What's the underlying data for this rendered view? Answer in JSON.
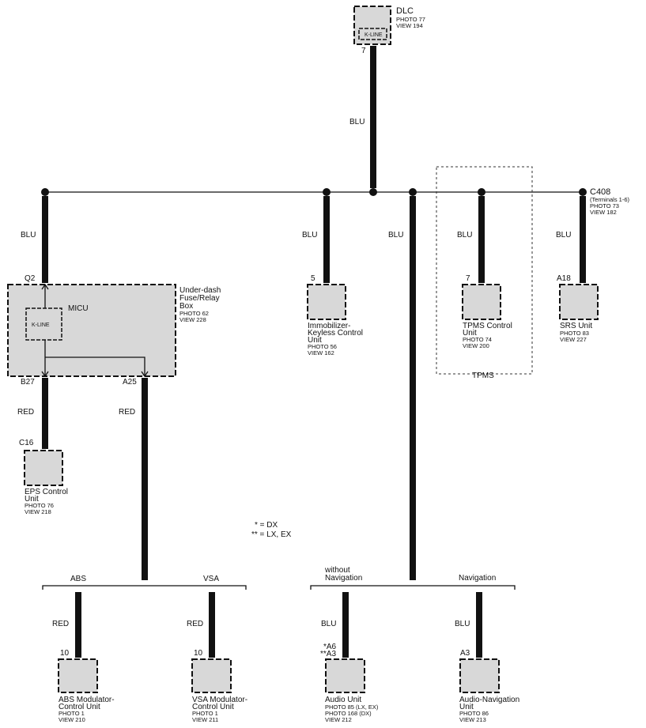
{
  "dlc": {
    "name": "DLC",
    "photo": "PHOTO 77",
    "view": "VIEW 194",
    "inner": "K-LINE",
    "pin": "7"
  },
  "trunk_wire": "BLU",
  "c408": {
    "name": "C408",
    "sub": "(Terminals 1-6)",
    "photo": "PHOTO 73",
    "view": "VIEW 182"
  },
  "underdash": {
    "l1": "Under-dash",
    "l2": "Fuse/Relay",
    "l3": "Box",
    "photo": "PHOTO 62",
    "view": "VIEW 228",
    "pin_top": "Q2",
    "pin_b27": "B27",
    "pin_a25": "A25",
    "wire_top": "BLU",
    "micu": "MICU",
    "kline": "K-LINE"
  },
  "immobilizer": {
    "l1": "Immobilizer-",
    "l2": "Keyless Control",
    "l3": "Unit",
    "photo": "PHOTO 56",
    "view": "VIEW 162",
    "pin": "5",
    "wire": "BLU"
  },
  "audio_wire": "BLU",
  "tpms": {
    "l1": "TPMS Control",
    "l2": "Unit",
    "photo": "PHOTO 74",
    "view": "VIEW 200",
    "pin": "7",
    "wire": "BLU",
    "box_label": "TPMS"
  },
  "srs": {
    "l1": "SRS Unit",
    "photo": "PHOTO 83",
    "view": "VIEW 227",
    "pin": "A18",
    "wire": "BLU"
  },
  "eps": {
    "l1": "EPS Control",
    "l2": "Unit",
    "photo": "PHOTO 76",
    "view": "VIEW 218",
    "pin": "C16",
    "wire": "RED"
  },
  "a25_wire": "RED",
  "legend": {
    "l1": "* = DX",
    "l2": "** = LX, EX"
  },
  "abs_branch": "ABS",
  "vsa_branch": "VSA",
  "abs": {
    "l1": "ABS Modulator-",
    "l2": "Control Unit",
    "photo": "PHOTO 1",
    "view": "VIEW 210",
    "pin": "10",
    "wire": "RED"
  },
  "vsa": {
    "l1": "VSA Modulator-",
    "l2": "Control Unit",
    "photo": "PHOTO 1",
    "view": "VIEW 211",
    "pin": "10",
    "wire": "RED"
  },
  "nonav_branch": {
    "l1": "without",
    "l2": "Navigation"
  },
  "nav_branch": "Navigation",
  "audio": {
    "l1": "Audio Unit",
    "photo1": "PHOTO 85 (LX, EX)",
    "photo2": "PHOTO 168 (DX)",
    "view": "VIEW 212",
    "pin1": "*A6",
    "pin2": "**A3",
    "wire": "BLU"
  },
  "audionav": {
    "l1": "Audio-Navigation",
    "l2": "Unit",
    "photo": "PHOTO 86",
    "view": "VIEW 213",
    "pin": "A3",
    "wire": "BLU"
  }
}
